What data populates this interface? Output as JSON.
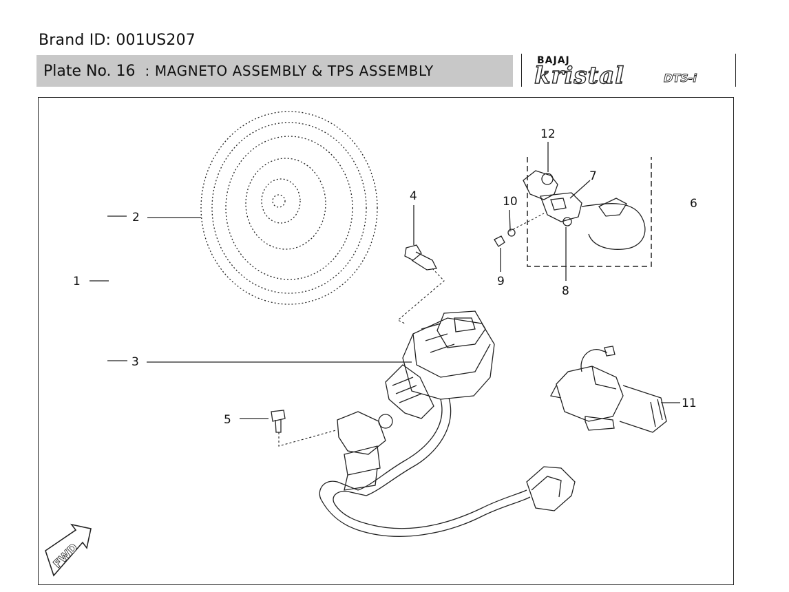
{
  "header": {
    "brand_id": "Brand ID: 001US207",
    "plate_no": "Plate No. 16",
    "plate_title": ": MAGNETO ASSEMBLY & TPS ASSEMBLY"
  },
  "logo": {
    "maker": "BAJAJ",
    "model": "kristal",
    "variant": "DTS-i"
  },
  "callouts": [
    "1",
    "2",
    "3",
    "4",
    "5",
    "6",
    "7",
    "8",
    "9",
    "10",
    "11",
    "12"
  ],
  "fwd_label": "FWD",
  "icons": {
    "fwd": "fwd-arrow-icon",
    "flywheel": "flywheel-rotor-drawing",
    "stator": "stator-assembly-drawing",
    "tps": "tps-assembly-drawing",
    "bracket": "bracket-assembly-drawing"
  }
}
